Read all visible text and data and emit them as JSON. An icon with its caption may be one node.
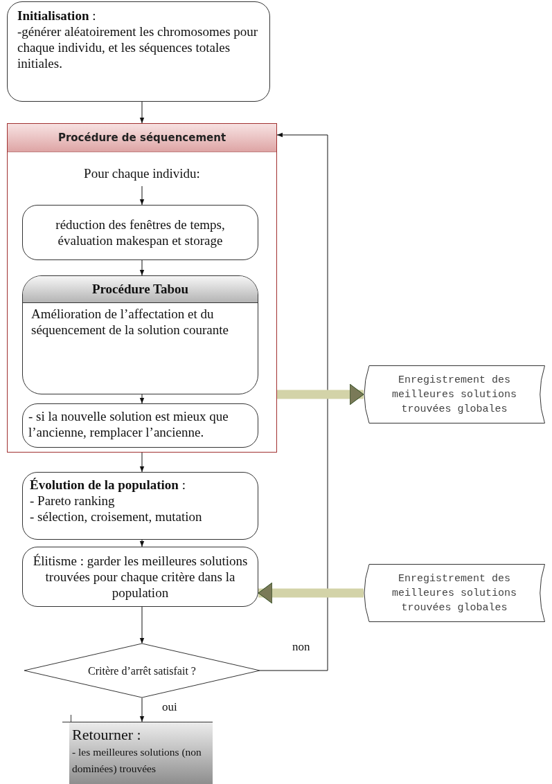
{
  "diagram": {
    "nodes": [
      {
        "text": [
          "**Initialisation** :",
          "-générer aléatoirement les chromosomes pour chaque individu, et les séquences totales initiales."
        ]
      },
      {
        "text": [
          "Procédure de séquencement"
        ]
      },
      {
        "text": [
          "Pour chaque individu:"
        ],
        "in": 1
      },
      {
        "text": [
          "réduction des fenêtres de temps, évaluation makespan et storage"
        ],
        "in": 1
      },
      {
        "text": [
          "Procédure Tabou",
          "Amélioration de l’affectation et du séquencement de la solution courante"
        ],
        "in": 1
      },
      {
        "text": [
          "- si la nouvelle solution est mieux que l’ancienne, remplacer l’ancienne."
        ],
        "in": 1
      },
      {
        "text": [
          "**Évolution de la population** :",
          "- Pareto ranking",
          "- sélection, croisement, mutation"
        ]
      },
      {
        "text": [
          "Élitisme : garder les meilleures solutions trouvées pour chaque critère dans la population"
        ]
      },
      {
        "text": [
          "Critère d’arrêt satisfait ?"
        ]
      },
      {
        "text": [
          "Retourner :",
          "- les meilleures solutions (non dominées) trouvées"
        ]
      },
      {
        "text": [
          "Enregistrement des meilleures solutions trouvées globales"
        ]
      },
      {
        "text": [
          "Enregistrement des meilleures solutions trouvées globales"
        ]
      }
    ],
    "edges": [
      {
        "from": 0,
        "to": 1,
        "arrow": "to"
      },
      {
        "from": 2,
        "to": 3,
        "arrow": "to"
      },
      {
        "from": 3,
        "to": 4,
        "arrow": "to"
      },
      {
        "from": 4,
        "to": 5,
        "arrow": "to"
      },
      {
        "from": 1,
        "to": 6,
        "arrow": "to"
      },
      {
        "from": 6,
        "to": 7,
        "arrow": "to"
      },
      {
        "from": 7,
        "to": 8,
        "arrow": "to"
      },
      {
        "from": 8,
        "to": 9,
        "arrow": "to",
        "label": "oui"
      },
      {
        "from": 8,
        "to": 1,
        "arrow": "to",
        "label": "non"
      },
      {
        "from": 1,
        "to": 10,
        "arrow": "to",
        "style": "thick",
        "color": "#d3d3a8"
      },
      {
        "from": 11,
        "to": 7,
        "arrow": "to",
        "style": "thick",
        "color": "#d3d3a8"
      }
    ]
  }
}
